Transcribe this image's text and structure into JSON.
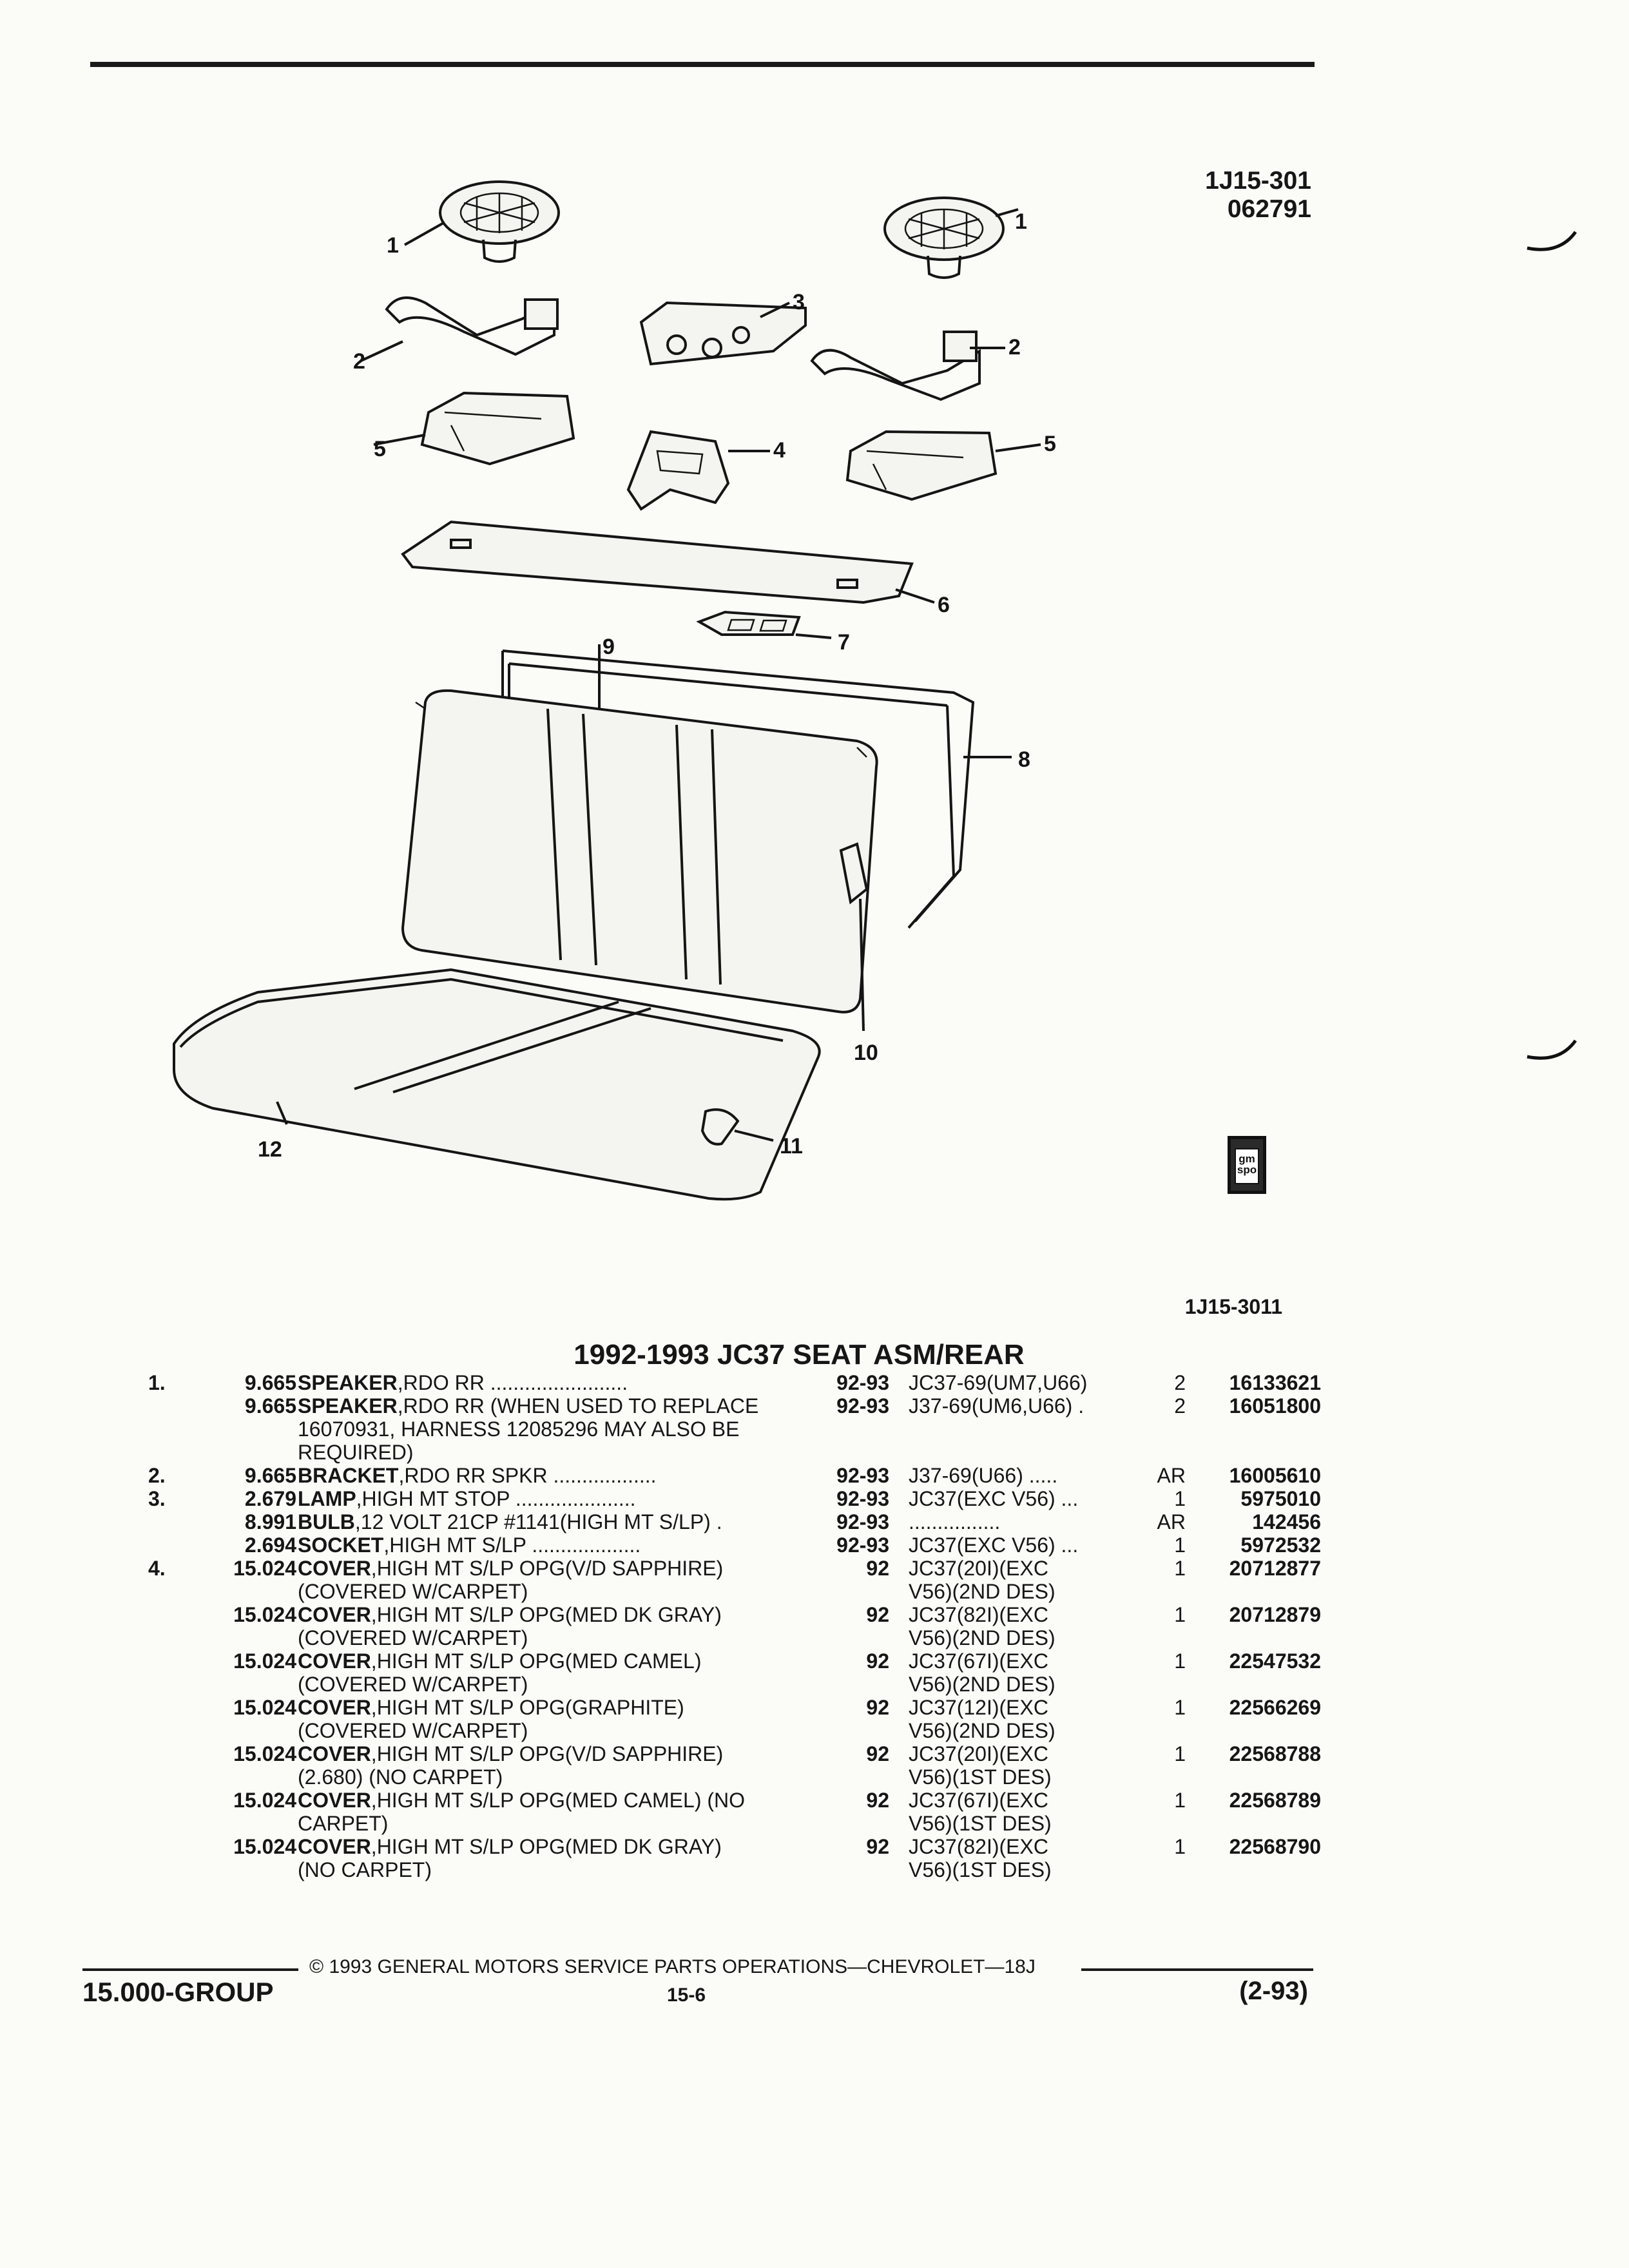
{
  "ref": {
    "illustration_no": "1J15-301",
    "illustration_date": "062791",
    "figure_no": "1J15-3011"
  },
  "callouts": [
    "1",
    "1",
    "2",
    "2",
    "3",
    "4",
    "5",
    "5",
    "6",
    "7",
    "8",
    "9",
    "10",
    "11",
    "12"
  ],
  "logo": {
    "line1": "gm",
    "line2": "spo"
  },
  "title": "1992-1993 JC37 SEAT ASM/REAR",
  "parts": [
    {
      "num": "1.",
      "group": "9.665",
      "name": "SPEAKER",
      "desc": ",RDO RR ........................",
      "years": "92-93",
      "model": "JC37-69(UM7,U66)",
      "qty": "2",
      "part_no": "16133621"
    },
    {
      "num": "",
      "group": "9.665",
      "name": "SPEAKER",
      "desc": ",RDO RR (WHEN USED TO REPLACE\n16070931, HARNESS 12085296 MAY ALSO BE\nREQUIRED)",
      "years": "92-93",
      "model": "J37-69(UM6,U66) .",
      "qty": "2",
      "part_no": "16051800"
    },
    {
      "num": "2.",
      "group": "9.665",
      "name": "BRACKET",
      "desc": ",RDO RR SPKR ..................",
      "years": "92-93",
      "model": "J37-69(U66) .....",
      "qty": "AR",
      "part_no": "16005610"
    },
    {
      "num": "3.",
      "group": "2.679",
      "name": "LAMP",
      "desc": ",HIGH MT STOP .....................",
      "years": "92-93",
      "model": "JC37(EXC V56) ...",
      "qty": "1",
      "part_no": "5975010"
    },
    {
      "num": "",
      "group": "8.991",
      "name": "BULB",
      "desc": ",12 VOLT 21CP #1141(HIGH MT S/LP) .",
      "years": "92-93",
      "model": "................",
      "qty": "AR",
      "part_no": "142456"
    },
    {
      "num": "",
      "group": "2.694",
      "name": "SOCKET",
      "desc": ",HIGH MT S/LP ...................",
      "years": "92-93",
      "model": "JC37(EXC V56) ...",
      "qty": "1",
      "part_no": "5972532"
    },
    {
      "num": "4.",
      "group": "15.024",
      "name": "COVER",
      "desc": ",HIGH MT S/LP OPG(V/D SAPPHIRE)\n(COVERED W/CARPET)",
      "years": "92",
      "model": "JC37(20I)(EXC\nV56)(2ND DES)",
      "qty": "1",
      "part_no": "20712877"
    },
    {
      "num": "",
      "group": "15.024",
      "name": "COVER",
      "desc": ",HIGH MT S/LP OPG(MED DK GRAY)\n(COVERED W/CARPET)",
      "years": "92",
      "model": "JC37(82I)(EXC\nV56)(2ND DES)",
      "qty": "1",
      "part_no": "20712879"
    },
    {
      "num": "",
      "group": "15.024",
      "name": "COVER",
      "desc": ",HIGH MT S/LP OPG(MED CAMEL)\n(COVERED W/CARPET)",
      "years": "92",
      "model": "JC37(67I)(EXC\nV56)(2ND DES)",
      "qty": "1",
      "part_no": "22547532"
    },
    {
      "num": "",
      "group": "15.024",
      "name": "COVER",
      "desc": ",HIGH MT S/LP OPG(GRAPHITE)\n(COVERED W/CARPET)",
      "years": "92",
      "model": "JC37(12I)(EXC\nV56)(2ND DES)",
      "qty": "1",
      "part_no": "22566269"
    },
    {
      "num": "",
      "group": "15.024",
      "name": "COVER",
      "desc": ",HIGH MT S/LP OPG(V/D SAPPHIRE)\n(2.680) (NO CARPET)",
      "years": "92",
      "model": "JC37(20I)(EXC\nV56)(1ST DES)",
      "qty": "1",
      "part_no": "22568788"
    },
    {
      "num": "",
      "group": "15.024",
      "name": "COVER",
      "desc": ",HIGH MT S/LP OPG(MED CAMEL) (NO\nCARPET)",
      "years": "92",
      "model": "JC37(67I)(EXC\nV56)(1ST DES)",
      "qty": "1",
      "part_no": "22568789"
    },
    {
      "num": "",
      "group": "15.024",
      "name": "COVER",
      "desc": ",HIGH MT S/LP OPG(MED DK GRAY)\n(NO CARPET)",
      "years": "92",
      "model": "JC37(82I)(EXC\nV56)(1ST DES)",
      "qty": "1",
      "part_no": "22568790"
    }
  ],
  "footer": {
    "copyright": "© 1993 GENERAL MOTORS SERVICE PARTS OPERATIONS—CHEVROLET—18J",
    "group": "15.000-GROUP",
    "page": "15-6",
    "date": "(2-93)"
  }
}
